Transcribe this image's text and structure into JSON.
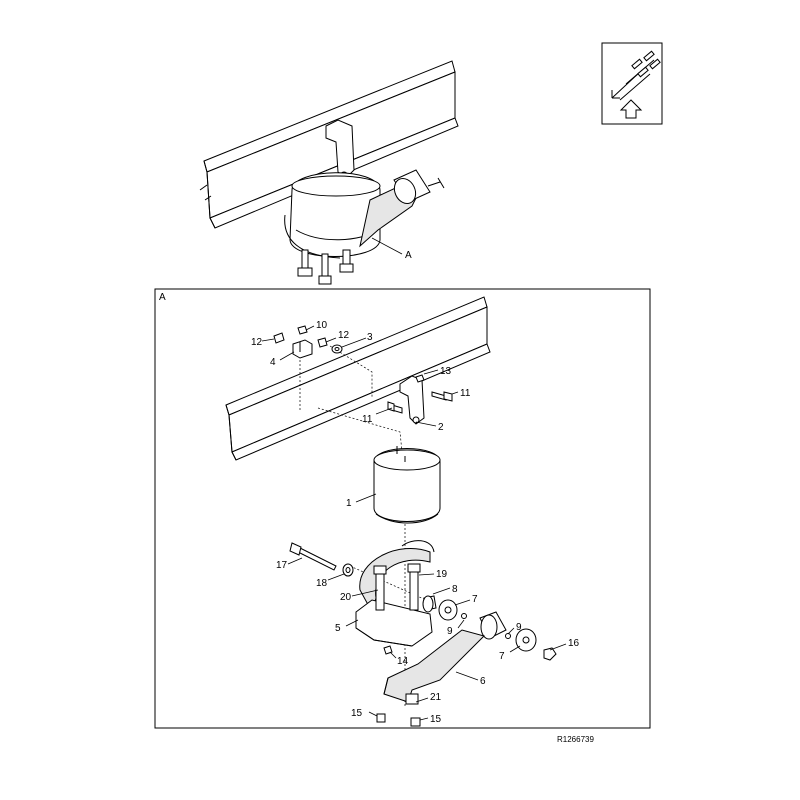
{
  "overview": {
    "callout_a": "A"
  },
  "detail": {
    "frame_label": "A",
    "callouts": {
      "c1": "1",
      "c2": "2",
      "c3": "3",
      "c4": "4",
      "c5": "5",
      "c6": "6",
      "c7a": "7",
      "c7b": "7",
      "c8": "8",
      "c9a": "9",
      "c9b": "9",
      "c10": "10",
      "c11a": "11",
      "c11b": "11",
      "c12a": "12",
      "c12b": "12",
      "c13": "13",
      "c14": "14",
      "c15a": "15",
      "c15b": "15",
      "c16": "16",
      "c17": "17",
      "c18": "18",
      "c19": "19",
      "c20": "20",
      "c21": "21"
    }
  },
  "reference_number": "R1266739",
  "icons": {
    "orientation": "orientation-arrow-icon"
  }
}
